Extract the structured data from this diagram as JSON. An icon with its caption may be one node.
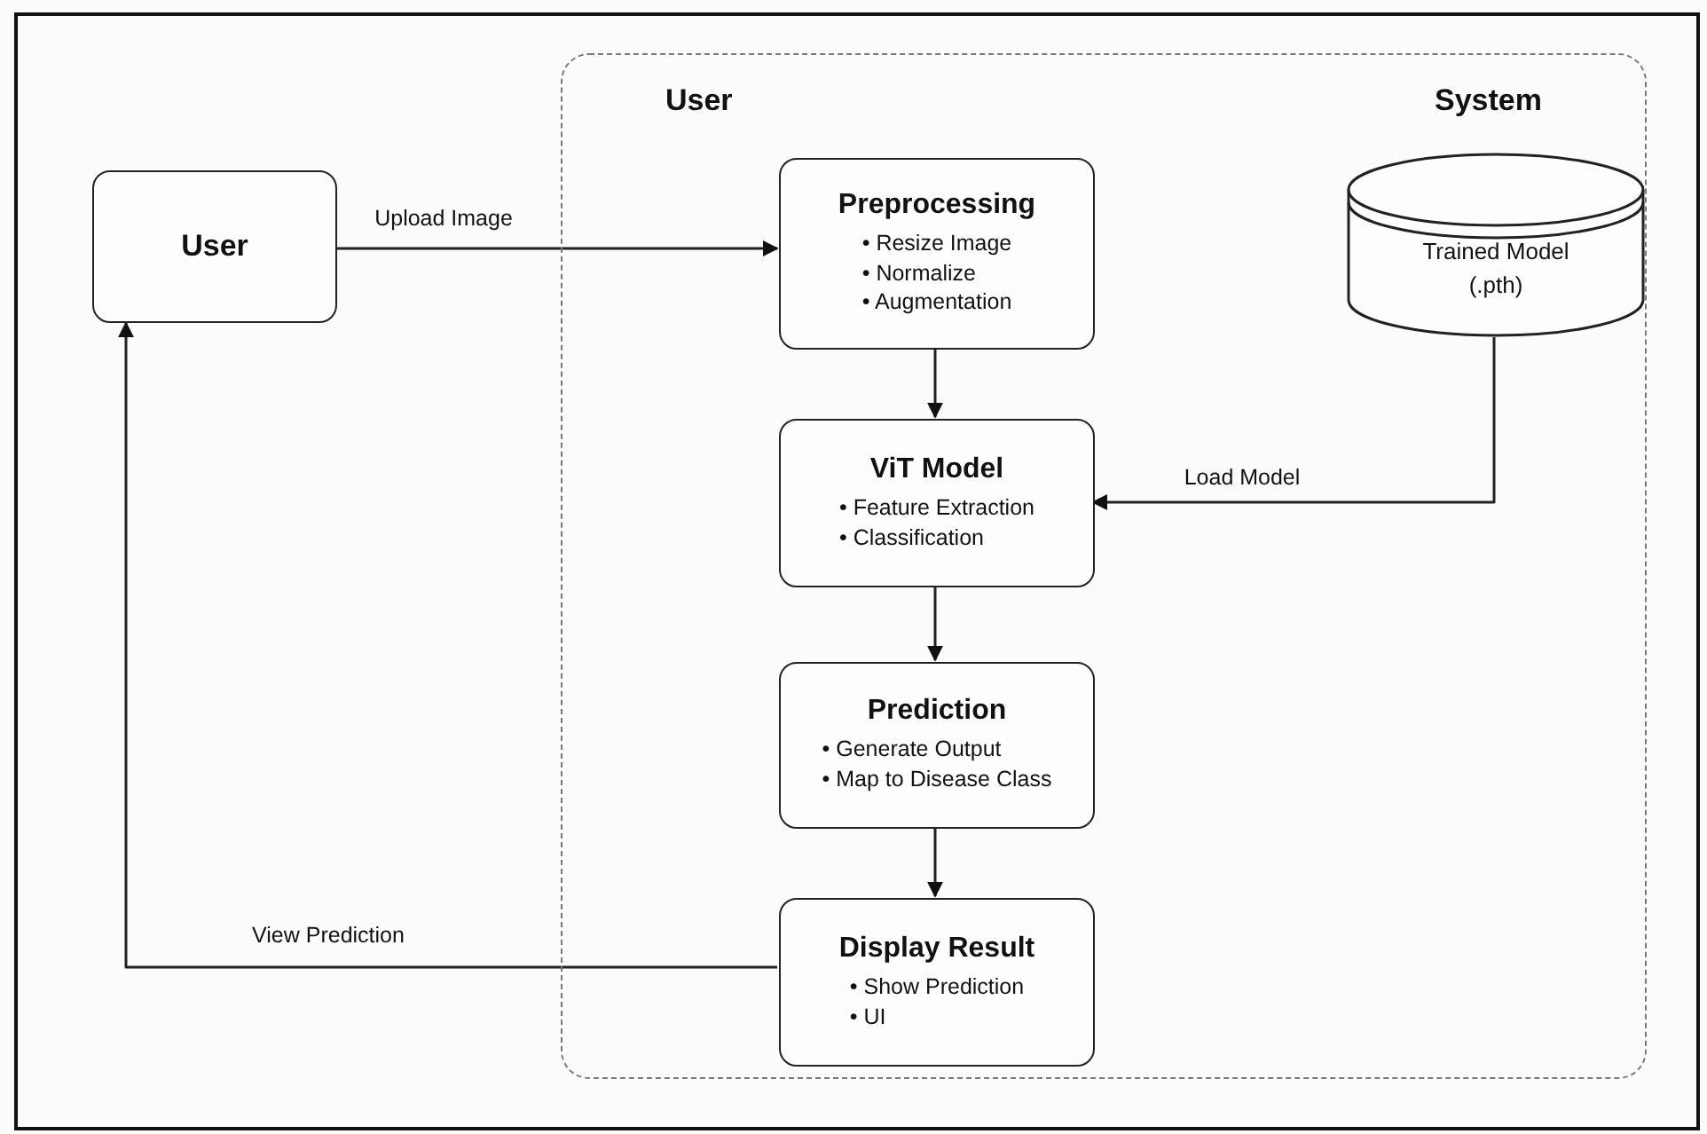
{
  "diagram": {
    "nodes": [
      {
        "text": [
          "User",
          "System"
        ]
      },
      {
        "text": [
          "User"
        ]
      },
      {
        "text": [
          "Preprocessing",
          "• Resize Image",
          "• Normalize",
          "• Augmentation"
        ],
        "in": 0
      },
      {
        "text": [
          "Trained Model (.pth)"
        ],
        "in": 0
      },
      {
        "text": [
          "ViT Model",
          "• Feature Extraction",
          "• Classification"
        ],
        "in": 0
      },
      {
        "text": [
          "Prediction",
          "• Generate Output",
          "• Map to Disease Class"
        ],
        "in": 0
      },
      {
        "text": [
          "Display Result",
          "• Show Prediction",
          "• UI"
        ],
        "in": 0
      }
    ],
    "edges": [
      {
        "from": 1,
        "to": 2,
        "arrow": "to",
        "label": "Upload Image"
      },
      {
        "from": 2,
        "to": 4,
        "arrow": "to"
      },
      {
        "from": 3,
        "to": 4,
        "arrow": "to",
        "label": "Load Model"
      },
      {
        "from": 4,
        "to": 5,
        "arrow": "to"
      },
      {
        "from": 5,
        "to": 6,
        "arrow": "to"
      },
      {
        "from": 6,
        "to": 1,
        "arrow": "to",
        "label": "View Prediction"
      }
    ]
  }
}
